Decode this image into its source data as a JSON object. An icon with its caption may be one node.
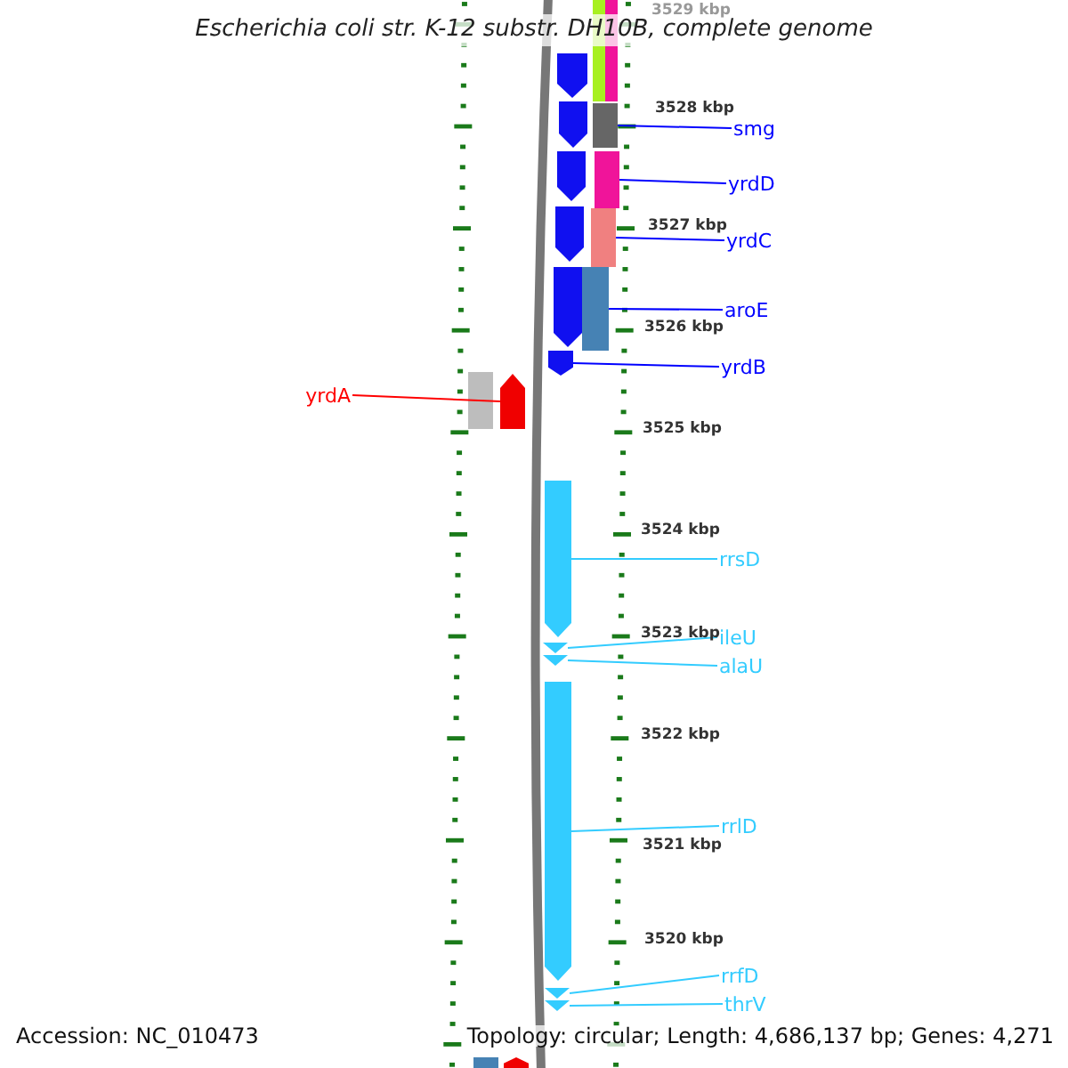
{
  "diagram": {
    "title": "Escherichia coli str. K-12 substr. DH10B, complete genome",
    "nodes": [
      {
        "text": [
          "yrdA"
        ]
      },
      {
        "text": [
          "smg"
        ]
      },
      {
        "text": [
          "yrdD"
        ]
      },
      {
        "text": [
          "yrdC"
        ]
      },
      {
        "text": [
          "aroE"
        ]
      },
      {
        "text": [
          "yrdB"
        ]
      },
      {
        "text": [
          "rrsD"
        ]
      },
      {
        "text": [
          "ileU"
        ]
      },
      {
        "text": [
          "alaU"
        ]
      },
      {
        "text": [
          "rrlD"
        ]
      },
      {
        "text": [
          "rrfD"
        ]
      },
      {
        "text": [
          "thrV"
        ]
      },
      {
        "text": [],
        "shape": "arrow"
      },
      {
        "text": [],
        "shape": "box"
      },
      {
        "text": [],
        "shape": "box"
      },
      {
        "text": [],
        "shape": "box"
      },
      {
        "text": [],
        "shape": "box"
      },
      {
        "text": [],
        "shape": "arrow"
      },
      {
        "text": [],
        "shape": "arrow"
      },
      {
        "text": [],
        "shape": "chevron"
      },
      {
        "text": [],
        "shape": "chevron"
      },
      {
        "text": [],
        "shape": "arrow"
      },
      {
        "text": [],
        "shape": "chevron"
      },
      {
        "text": [],
        "shape": "chevron"
      }
    ],
    "edges": [
      {
        "from": 0,
        "to": 12,
        "arrow": "none",
        "color": "#ff0000"
      },
      {
        "from": 1,
        "to": 13,
        "arrow": "none",
        "color": "#0000ff"
      },
      {
        "from": 2,
        "to": 14,
        "arrow": "none",
        "color": "#0000ff"
      },
      {
        "from": 3,
        "to": 15,
        "arrow": "none",
        "color": "#0000ff"
      },
      {
        "from": 4,
        "to": 16,
        "arrow": "none",
        "color": "#0000ff"
      },
      {
        "from": 5,
        "to": 17,
        "arrow": "none",
        "color": "#0000ff"
      },
      {
        "from": 6,
        "to": 18,
        "arrow": "none",
        "color": "#33ccff"
      },
      {
        "from": 7,
        "to": 19,
        "arrow": "none",
        "color": "#33ccff"
      },
      {
        "from": 8,
        "to": 20,
        "arrow": "none",
        "color": "#33ccff"
      },
      {
        "from": 9,
        "to": 21,
        "arrow": "none",
        "color": "#33ccff"
      },
      {
        "from": 10,
        "to": 22,
        "arrow": "none",
        "color": "#33ccff"
      },
      {
        "from": 11,
        "to": 23,
        "arrow": "none",
        "color": "#33ccff"
      }
    ],
    "labels": [
      "3529 kbp",
      "3528 kbp",
      "3527 kbp",
      "3526 kbp",
      "3525 kbp",
      "3524 kbp",
      "3523 kbp",
      "3522 kbp",
      "3521 kbp",
      "3520 kbp",
      "Accession: NC_010473",
      "Topology: circular; Length: 4,686,137 bp; Genes: 4,271"
    ]
  }
}
